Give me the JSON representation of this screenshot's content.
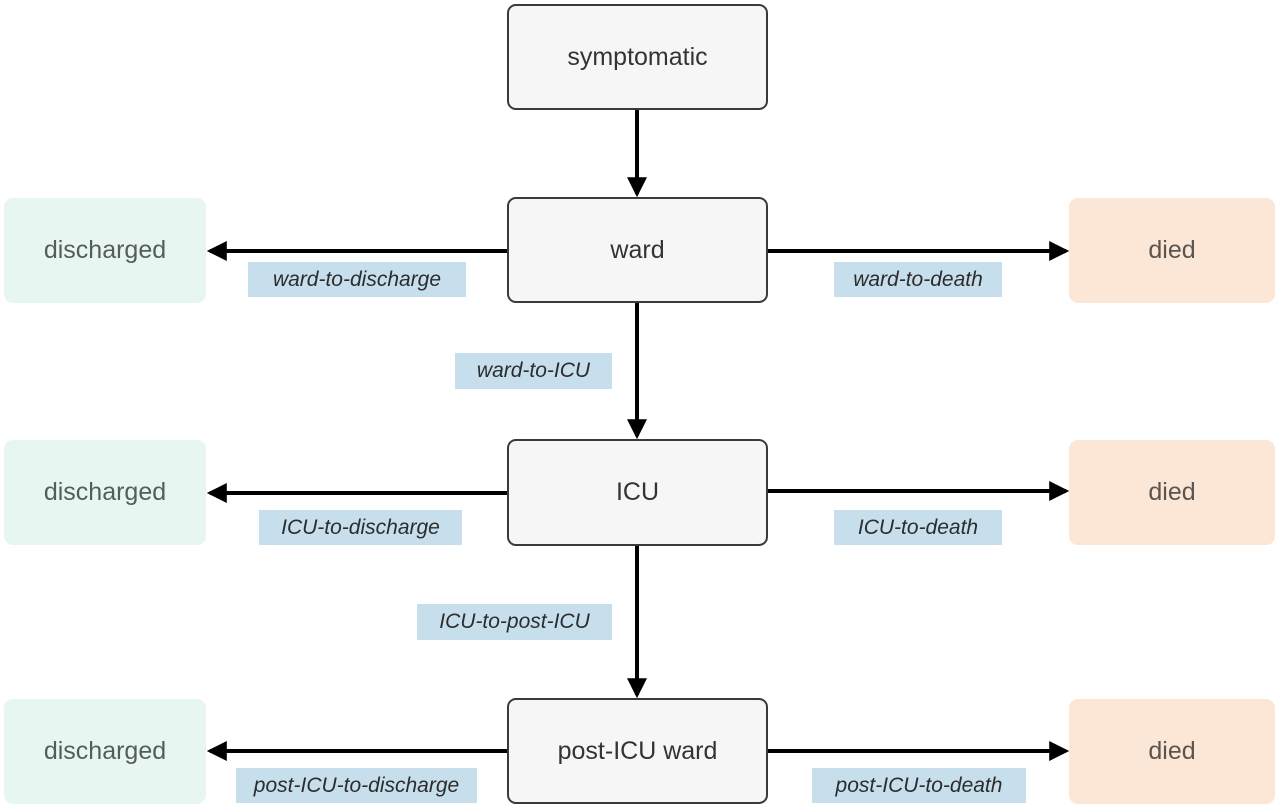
{
  "nodes": {
    "symptomatic": "symptomatic",
    "ward": "ward",
    "icu": "ICU",
    "post_icu_ward": "post-ICU ward",
    "discharged_ward": "discharged",
    "discharged_icu": "discharged",
    "discharged_post_icu": "discharged",
    "died_ward": "died",
    "died_icu": "died",
    "died_post_icu": "died"
  },
  "edges": {
    "ward_to_discharge": "ward-to-discharge",
    "ward_to_death": "ward-to-death",
    "ward_to_icu": "ward-to-ICU",
    "icu_to_discharge": "ICU-to-discharge",
    "icu_to_death": "ICU-to-death",
    "icu_to_post_icu": "ICU-to-post-ICU",
    "post_icu_to_discharge": "post-ICU-to-discharge",
    "post_icu_to_death": "post-ICU-to-death"
  },
  "colors": {
    "main_node_fill": "#f6f6f6",
    "main_node_border": "#3a3a3a",
    "discharged_fill": "#e8f6f1",
    "died_fill": "#fce7d6",
    "label_fill": "#c7dfec",
    "arrow": "#000000"
  }
}
